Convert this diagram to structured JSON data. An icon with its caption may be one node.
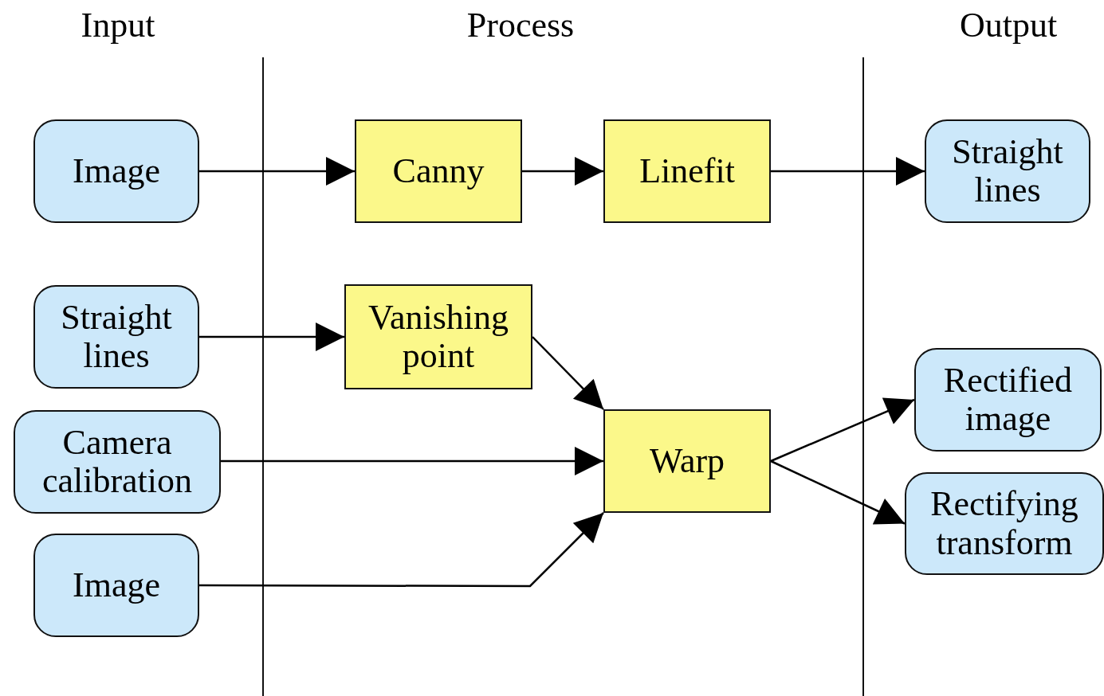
{
  "diagram": {
    "nodes": [
      {
        "text": [
          "Image"
        ]
      },
      {
        "text": [
          "Canny"
        ]
      },
      {
        "text": [
          "Linefit"
        ]
      },
      {
        "text": [
          "Straight lines"
        ]
      },
      {
        "text": [
          "Straight lines"
        ]
      },
      {
        "text": [
          "Vanishing point"
        ]
      },
      {
        "text": [
          "Camera calibration"
        ]
      },
      {
        "text": [
          "Warp"
        ]
      },
      {
        "text": [
          "Rectified image"
        ]
      },
      {
        "text": [
          "Image"
        ]
      },
      {
        "text": [
          "Rectifying transform"
        ]
      }
    ],
    "edges": [
      {
        "from": 0,
        "to": 1,
        "arrow": "to"
      },
      {
        "from": 1,
        "to": 2,
        "arrow": "to"
      },
      {
        "from": 2,
        "to": 3,
        "arrow": "to"
      },
      {
        "from": 4,
        "to": 5,
        "arrow": "to"
      },
      {
        "from": 5,
        "to": 7,
        "arrow": "to"
      },
      {
        "from": 6,
        "to": 7,
        "arrow": "to"
      },
      {
        "from": 9,
        "to": 7,
        "arrow": "to"
      },
      {
        "from": 7,
        "to": 8,
        "arrow": "to"
      },
      {
        "from": 7,
        "to": 10,
        "arrow": "to"
      }
    ],
    "labels": [
      "Input",
      "Process",
      "Output"
    ]
  }
}
